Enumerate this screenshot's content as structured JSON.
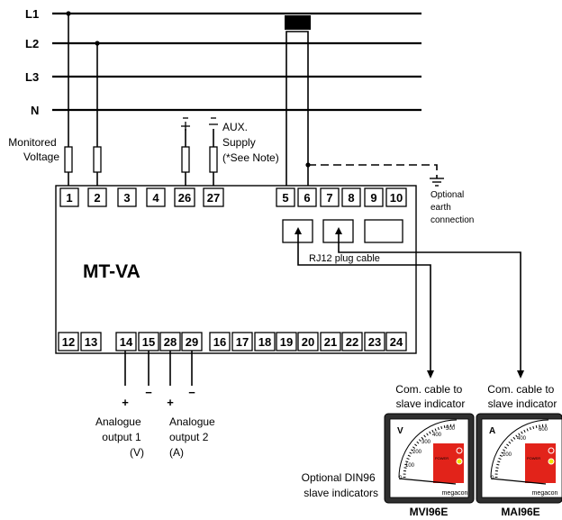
{
  "lines": {
    "l1": "L1",
    "l2": "L2",
    "l3": "L3",
    "n": "N"
  },
  "labels": {
    "monitored_voltage": [
      "Monitored",
      "Voltage"
    ],
    "aux_supply": [
      "AUX.",
      "Supply",
      "(*See Note)"
    ],
    "optional_earth": [
      "Optional",
      "earth",
      "connection"
    ],
    "device_name": "MT-VA",
    "rj12_cable": "RJ12 plug cable",
    "com_cable_left": [
      "Com. cable to",
      "slave indicator"
    ],
    "com_cable_right": [
      "Com. cable to",
      "slave indicator"
    ],
    "analogue_output_1": [
      "Analogue",
      "output 1",
      "(V)"
    ],
    "analogue_output_2": [
      "Analogue",
      "output 2",
      "(A)"
    ],
    "optional_din96": [
      "Optional DIN96",
      "slave indicators"
    ],
    "plus": "+",
    "minus": "−"
  },
  "top_terminals": [
    "1",
    "2",
    "3",
    "4",
    "26",
    "27",
    "5",
    "6",
    "7",
    "8",
    "9",
    "10"
  ],
  "bottom_terminals": [
    "12",
    "13",
    "14",
    "15",
    "28",
    "29",
    "16",
    "17",
    "18",
    "19",
    "20",
    "21",
    "22",
    "23",
    "24"
  ],
  "meters": [
    {
      "model": "MVI96E",
      "unit": "V",
      "scale": [
        "0",
        "100",
        "200",
        "300",
        "400",
        "500"
      ],
      "power": "POWER",
      "brand": "megacon"
    },
    {
      "model": "MAI96E",
      "unit": "A",
      "scale": [
        "0",
        "200",
        "400",
        "600"
      ],
      "power": "POWER",
      "brand": "megacon"
    }
  ],
  "colors": {
    "line": "#000000",
    "panel_red": "#e2231a",
    "led_yellow": "#f2e600",
    "face": "#ffffff",
    "bezel": "#333333"
  }
}
